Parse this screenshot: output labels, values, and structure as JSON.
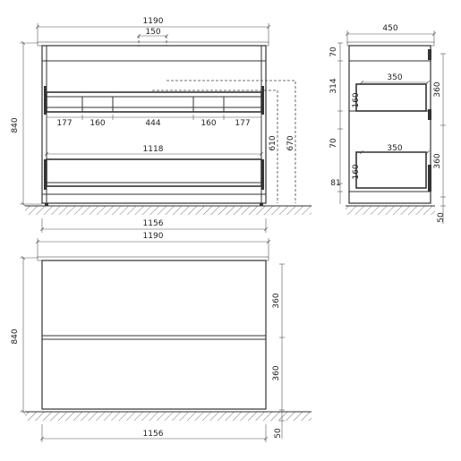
{
  "front_view": {
    "dim_total_width": "1190",
    "dim_tap_offset": "150",
    "dim_height": "840",
    "dim_drawer_177_left": "177",
    "dim_drawer_160_left": "160",
    "dim_drawer_444": "444",
    "dim_drawer_160_right": "160",
    "dim_drawer_177_right": "177",
    "dim_inner_width": "1118",
    "dim_610": "610",
    "dim_670": "670",
    "dim_base_width": "1156"
  },
  "side_view": {
    "dim_depth": "450",
    "dim_top": "70",
    "dim_314": "314",
    "dim_350_top": "350",
    "dim_160_top": "160",
    "dim_360_top": "360",
    "dim_70_mid": "70",
    "dim_350_bottom": "350",
    "dim_160_bottom": "160",
    "dim_360_bottom": "360",
    "dim_81": "81",
    "dim_50": "50"
  },
  "closed_view": {
    "dim_total_width": "1190",
    "dim_height": "840",
    "dim_360_top": "360",
    "dim_360_bottom": "360",
    "dim_base_width": "1156",
    "dim_50": "50"
  }
}
